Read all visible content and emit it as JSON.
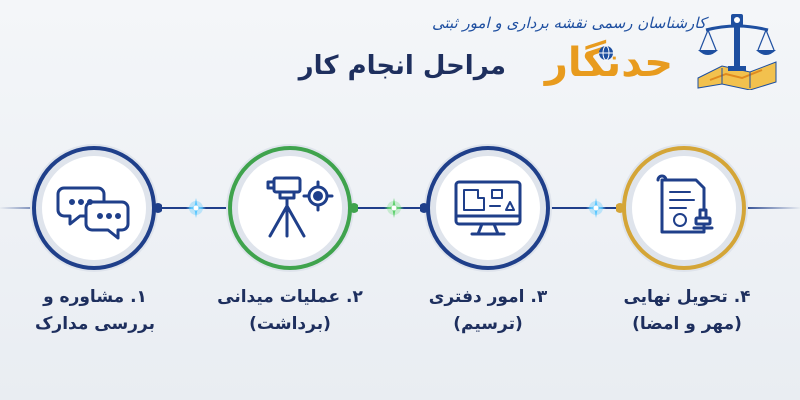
{
  "brand": {
    "tagline": "کارشناسان رسمی نقشه برداری و امور ثبتی",
    "name": "حدنگار"
  },
  "page": {
    "title": "مراحل انجام کار"
  },
  "steps": [
    {
      "line1": "۱. مشاوره و",
      "line2": "بررسی مدارک",
      "icon": "chat-bubbles-icon",
      "color": "#1f3f8a"
    },
    {
      "line1": "۲. عملیات میدانی",
      "line2": "(برداشت)",
      "icon": "surveying-tripod-icon",
      "color": "#3fa34d"
    },
    {
      "line1": "۳. امور دفتری",
      "line2": "(ترسیم)",
      "icon": "monitor-drawing-icon",
      "color": "#1f3f8a"
    },
    {
      "line1": "۴. تحویل نهایی",
      "line2": "(مهر و امضا)",
      "icon": "stamped-document-icon",
      "color": "#d4a537"
    }
  ],
  "colors": {
    "navy": "#1f3f8a",
    "green": "#3fa34d",
    "gold": "#d4a537",
    "orange": "#e89b1e"
  }
}
